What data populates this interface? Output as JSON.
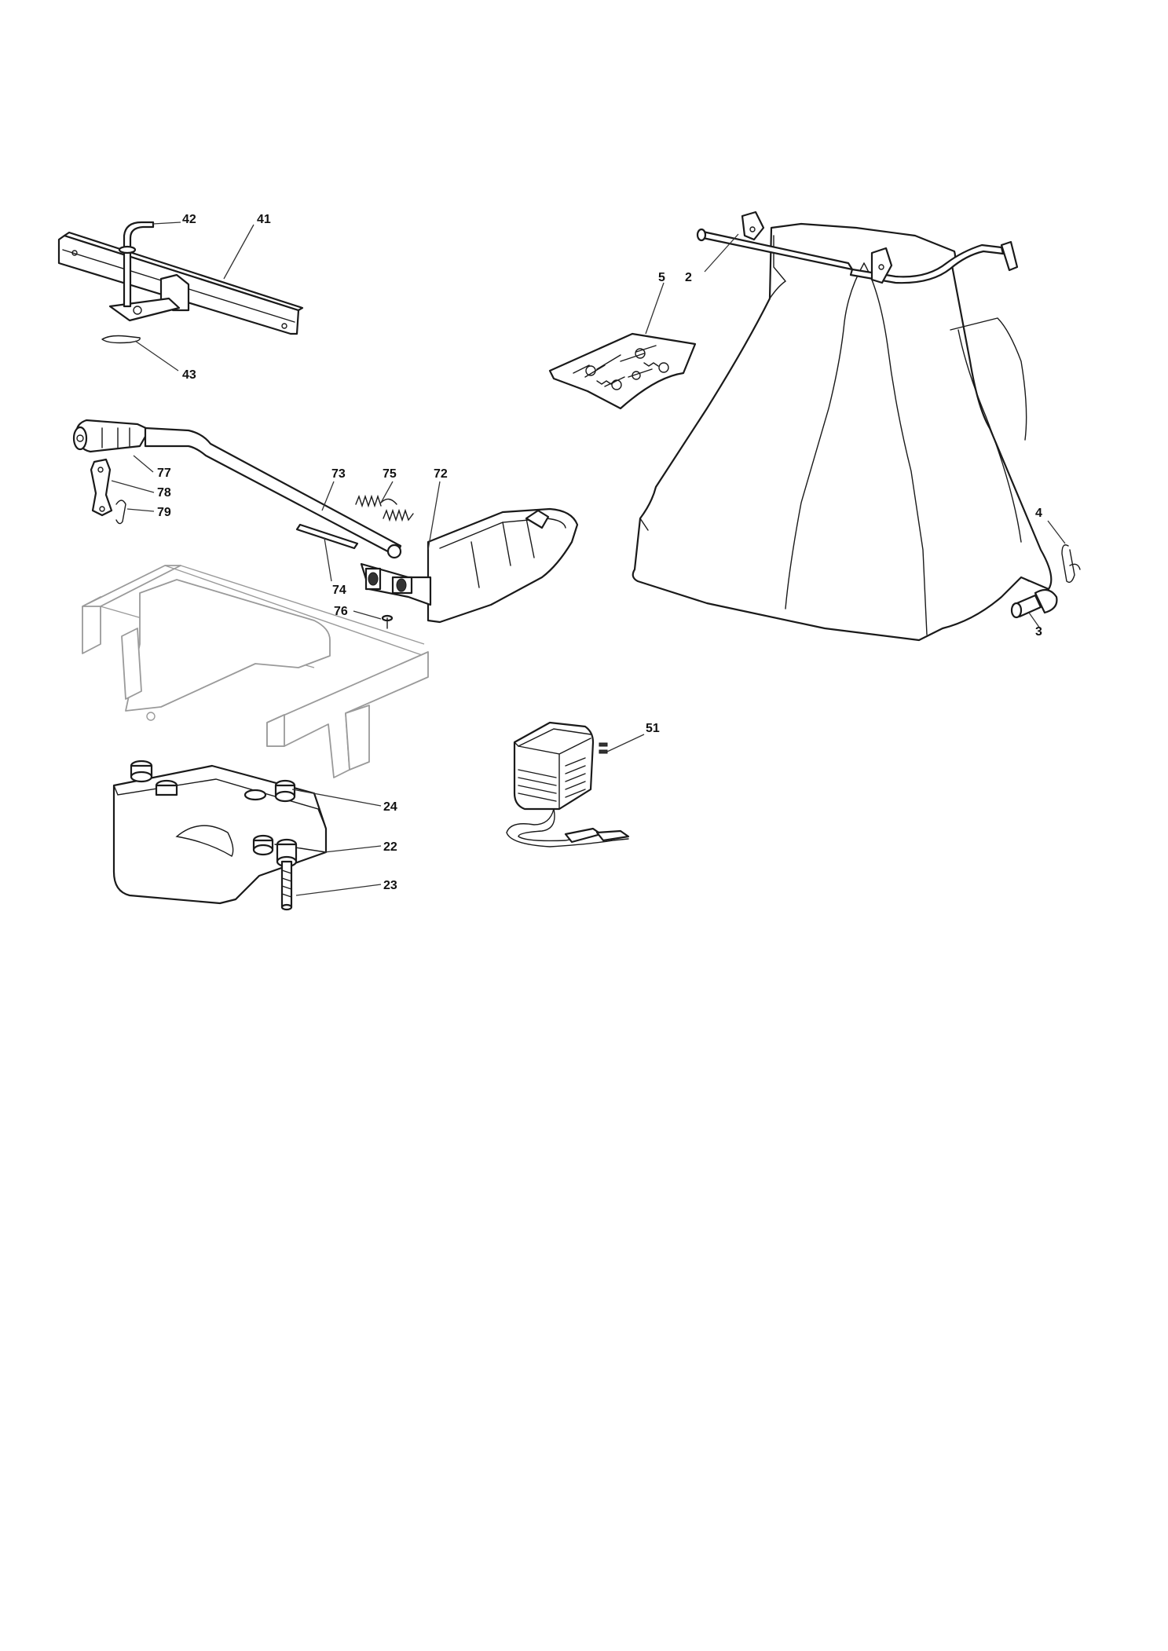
{
  "callouts": {
    "c41": "41",
    "c42": "42",
    "c43": "43",
    "c5": "5",
    "c2": "2",
    "c4": "4",
    "c3": "3",
    "c77": "77",
    "c78": "78",
    "c79": "79",
    "c73": "73",
    "c75": "75",
    "c72": "72",
    "c74": "74",
    "c76": "76",
    "c24": "24",
    "c22": "22",
    "c23": "23",
    "c51": "51"
  }
}
